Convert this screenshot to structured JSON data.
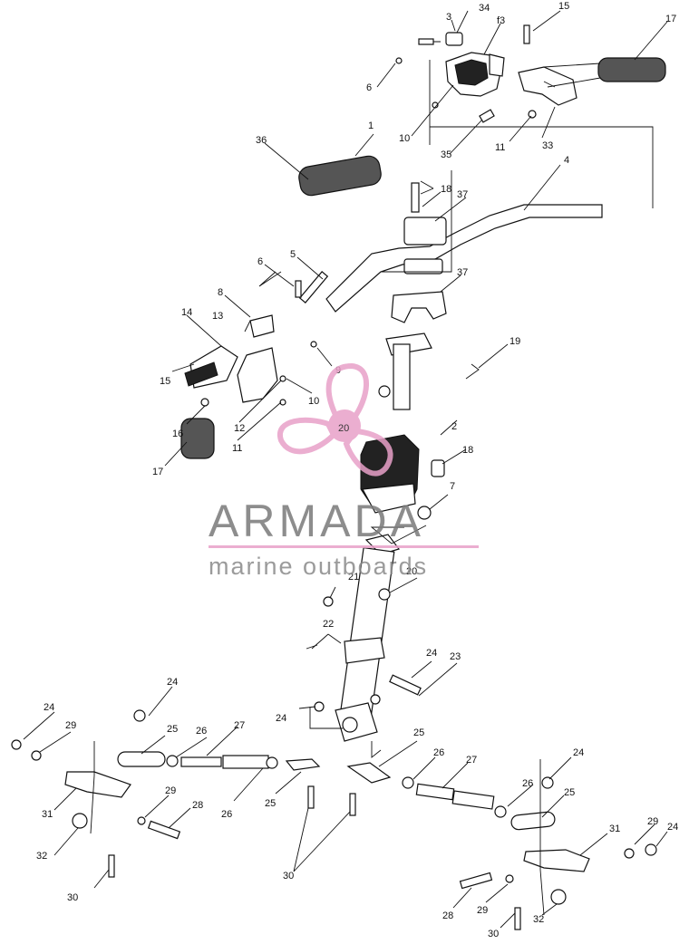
{
  "diagram": {
    "watermark": {
      "brand": "ARMADA",
      "tagline": "marine outboards",
      "logo_number": "20",
      "logo_color": "#e8a0c8",
      "rule_color": "#e8a0c8"
    },
    "callouts": [
      "1",
      "2",
      "3",
      "4",
      "5",
      "6",
      "7",
      "8",
      "9",
      "10",
      "11",
      "12",
      "13",
      "14",
      "15",
      "16",
      "17",
      "18",
      "19",
      "20",
      "21",
      "22",
      "23",
      "24",
      "25",
      "26",
      "27",
      "28",
      "29",
      "30",
      "31",
      "32",
      "33",
      "34",
      "35",
      "36",
      "37",
      "f3"
    ]
  }
}
